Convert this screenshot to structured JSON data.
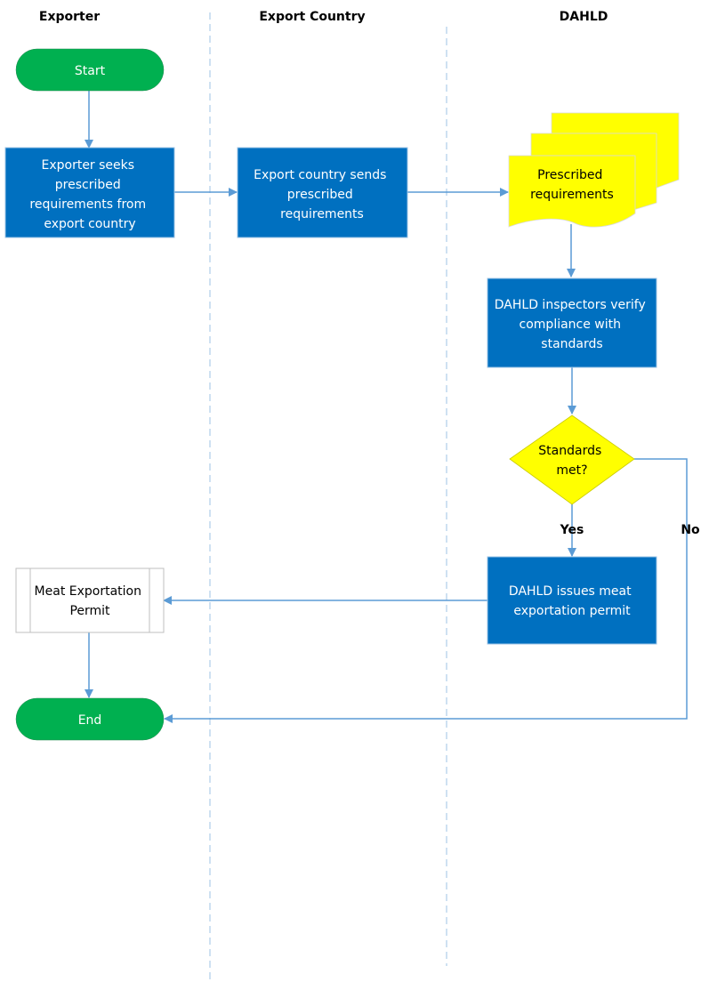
{
  "lanes": {
    "exporter": "Exporter",
    "export_country": "Export Country",
    "dahld": "DAHLD"
  },
  "nodes": {
    "start": "Start",
    "seek": [
      "Exporter seeks",
      "prescribed",
      "requirements from",
      "export country"
    ],
    "send": [
      "Export country sends",
      "prescribed",
      "requirements"
    ],
    "prescribed": [
      "Prescribed",
      "requirements"
    ],
    "verify": [
      "DAHLD inspectors verify",
      "compliance with",
      "standards"
    ],
    "decision": [
      "Standards",
      "met?"
    ],
    "issue": [
      "DAHLD issues meat",
      "exportation permit"
    ],
    "permit": [
      "Meat Exportation",
      "Permit"
    ],
    "end": "End"
  },
  "edge_labels": {
    "yes": "Yes",
    "no": "No"
  },
  "colors": {
    "terminal": "#00b050",
    "process": "#0070c0",
    "document": "#ffff00",
    "decision": "#ffff00",
    "connector": "#5b9bd5",
    "lane_divider": "#9dc3e6"
  }
}
